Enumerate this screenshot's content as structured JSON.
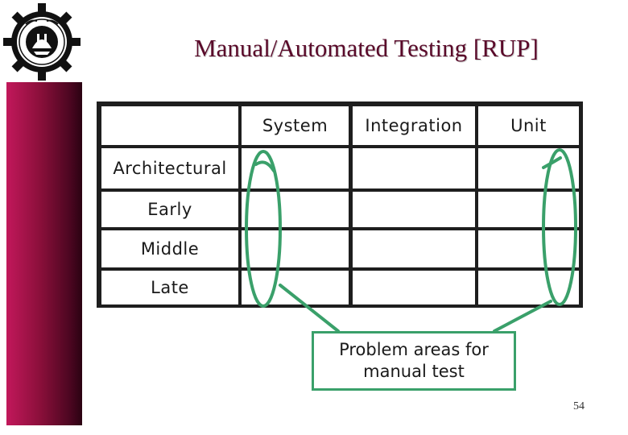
{
  "slide": {
    "title": "Manual/Automated Testing [RUP]",
    "page_number": "54"
  },
  "table": {
    "columns": [
      "System",
      "Integration",
      "Unit"
    ],
    "rows": [
      "Architectural",
      "Early",
      "Middle",
      "Late"
    ]
  },
  "callout": {
    "line1": "Problem areas for",
    "line2": "manual test"
  },
  "colors": {
    "annotation": "#3aa06a",
    "title": "#5a0a2a",
    "sidebar": "#8a0f3a"
  }
}
